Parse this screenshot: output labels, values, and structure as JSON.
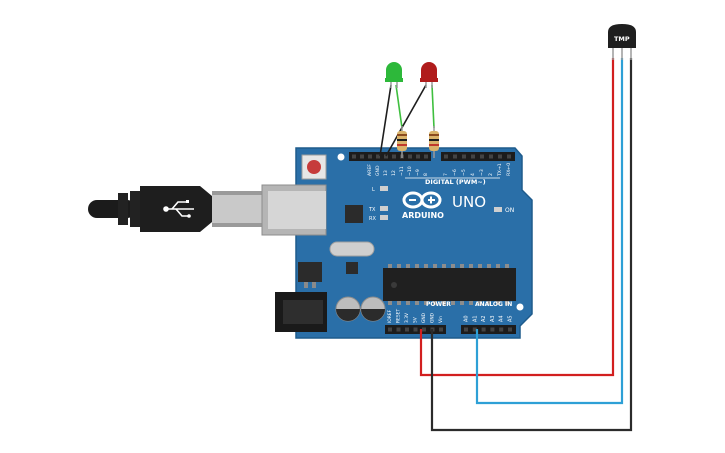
{
  "board": {
    "brand": "ARDUINO",
    "model": "UNO",
    "on_label": "ON",
    "l_label": "L",
    "tx_label": "TX",
    "rx_label": "RX",
    "digital_header_label": "DIGITAL (PWM~)",
    "digital_pins": [
      "AREF",
      "GND",
      "13",
      "12",
      "~11",
      "~10",
      "~9",
      "8",
      "7",
      "~6",
      "~5",
      "4",
      "~3",
      "2",
      "TX→1",
      "RX←0"
    ],
    "power_label": "POWER",
    "power_pins": [
      "IOREF",
      "RESET",
      "3.3V",
      "5V",
      "GND",
      "GND",
      "Vin"
    ],
    "analog_label": "ANALOG IN",
    "analog_pins": [
      "A0",
      "A1",
      "A2",
      "A3",
      "A4",
      "A5"
    ]
  },
  "sensor": {
    "label": "TMP"
  },
  "leds": [
    {
      "color": "#2db83a"
    },
    {
      "color": "#b01c1c"
    }
  ],
  "wires": {
    "power_color": "#d21f1f",
    "signal_color": "#2ea0d6",
    "ground_color": "#2b2b2b",
    "led_wire_green": "#3fbf3f",
    "led_wire_black": "#1e1e1e"
  },
  "colors": {
    "board": "#2a6fa8",
    "board_edge": "#1e5b8c"
  }
}
